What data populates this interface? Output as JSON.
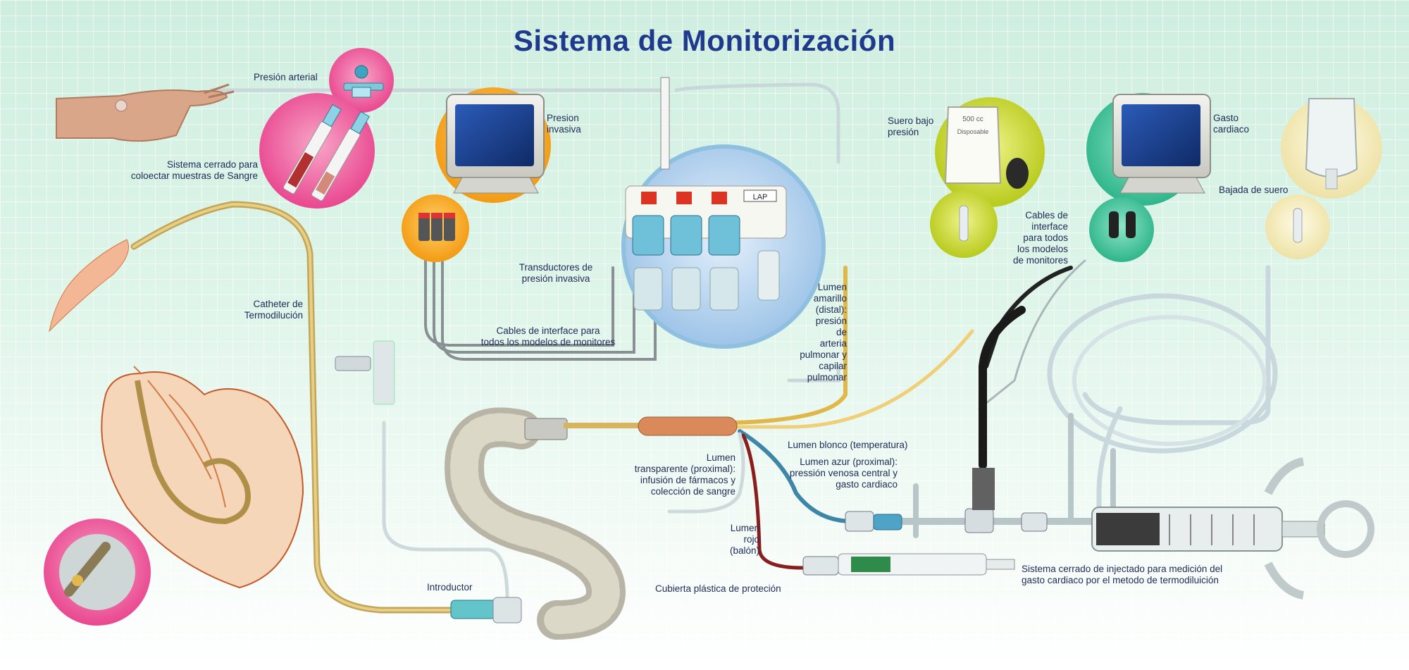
{
  "title": "Sistema de Monitorización",
  "panel_text": "LAP",
  "bag_text": {
    "volume": "500 cc",
    "brand": "Disposable"
  },
  "labels": {
    "presion_arterial": "Presión arterial",
    "sistema_cerrado_muestras": "Sistema cerrado para\ncoloectar muestras de Sangre",
    "presion_invasiva": "Presion\ninvasiva",
    "suero_bajo_presion": "Suero bajo\npresión",
    "gasto_cardiaco": "Gasto\ncardiaco",
    "bajada_de_suero": "Bajada de suero",
    "cables_interface_todos": "Cables de\ninterface\npara todos\nlos modelos\nde monitores",
    "transductores": "Transductores de\npresión invasiva",
    "cables_interface_para": "Cables de interface para\ntodos los modelos de monitores",
    "catheter_termodilucion": "Catheter de\nTermodilución",
    "lumen_amarillo": "Lumen\namarillo\n(distal):\npresión\nde\narteria\npulmonar y\ncapilar\npulmonar",
    "lumen_blanco": "Lumen blonco (temperatura)",
    "lumen_azur": "Lumen azur (proximal):\npressión venosa central y\ngasto cardiaco",
    "lumen_transparente": "Lumen\ntransparente (proximal):\ninfusión de fármacos y\ncolección de sangre",
    "lumen_rojo": "Lumen\nrojo\n(balón)",
    "introductor": "Introductor",
    "cubierta_plastica": "Cubierta plástica de proteción",
    "sistema_cerrado_injectado": "Sistema cerrado de injectado para medición del\ngasto cardiaco por el metodo de termodiluición"
  },
  "colors": {
    "title": "#1f3a8c",
    "label": "#1e2a55",
    "pink": "#ee5a9c",
    "orange": "#f5a623",
    "lime": "#c6d62a",
    "teal": "#3dbf99",
    "cream": "#f0e8b8",
    "screen": "#1c3f8e"
  }
}
